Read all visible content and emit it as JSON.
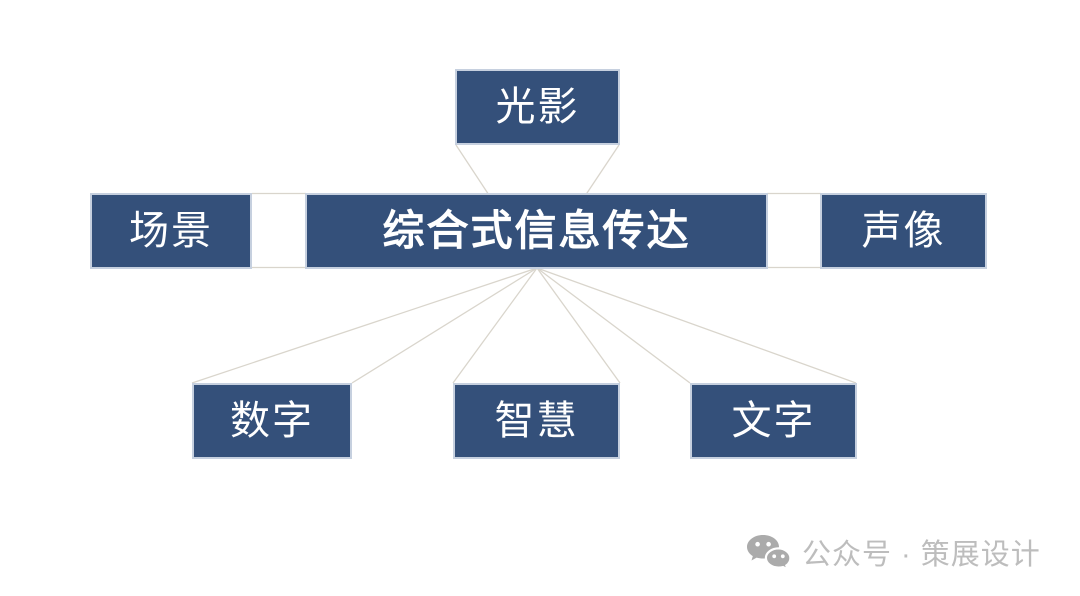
{
  "diagram": {
    "center": {
      "label": "综合式信息传达"
    },
    "top": {
      "label": "光影"
    },
    "left": {
      "label": "场景"
    },
    "right": {
      "label": "声像"
    },
    "bottom": [
      {
        "label": "数字"
      },
      {
        "label": "智慧"
      },
      {
        "label": "文字"
      }
    ]
  },
  "watermark": {
    "icon": "wechat-icon",
    "text": "公众号 · 策展设计"
  },
  "colors": {
    "box_fill": "#34507a",
    "box_border": "#c6d0df",
    "box_text": "#ffffff",
    "connector": "#d9d5cc",
    "watermark_text": "#bdbdbd",
    "watermark_icon": "#ababab",
    "background": "#ffffff"
  }
}
